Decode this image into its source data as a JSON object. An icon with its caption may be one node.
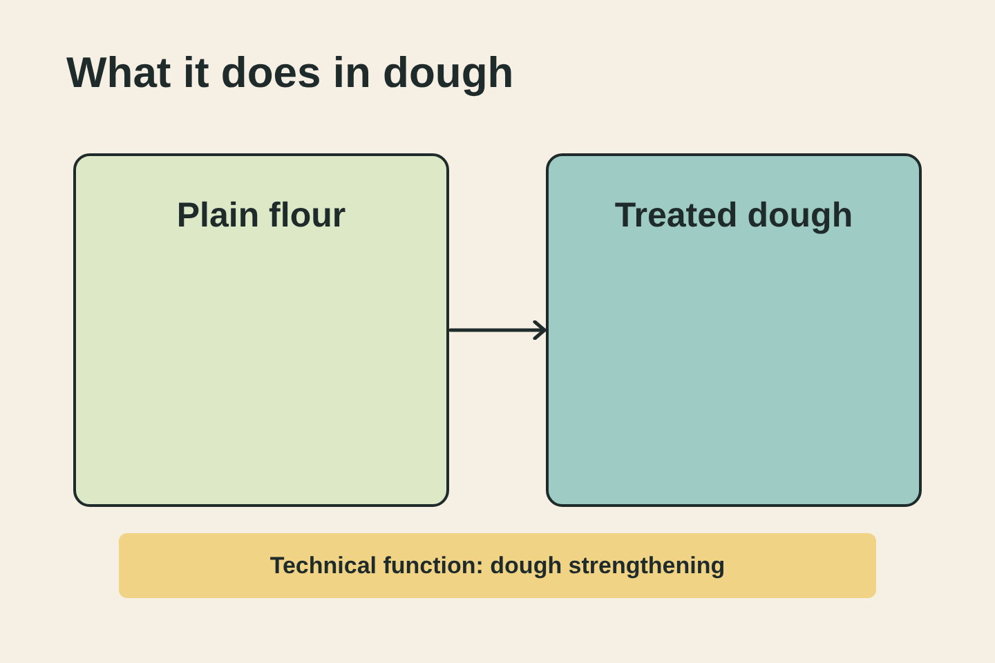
{
  "diagram": {
    "title": "What it does in dough",
    "nodes": [
      {
        "text": [
          "Plain flour"
        ]
      },
      {
        "text": [
          "Treated dough"
        ]
      },
      {
        "text": [
          "Technical function: dough strengthening"
        ]
      }
    ],
    "edges": [
      {
        "from": 0,
        "to": 1,
        "arrow": "to"
      }
    ]
  }
}
